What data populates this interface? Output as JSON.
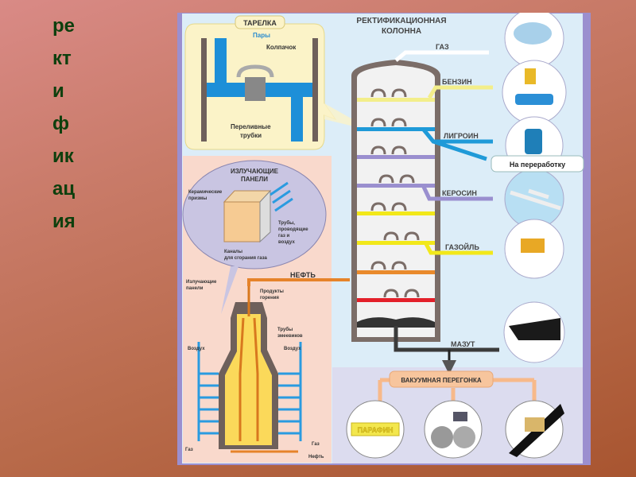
{
  "slide": {
    "title_lines": [
      "ре",
      "кт",
      "и",
      "ф",
      "ик",
      "ац",
      "ия"
    ]
  },
  "diagram": {
    "column_title_line1": "РЕКТИФИКАЦИОННАЯ",
    "column_title_line2": "КОЛОННА",
    "tray_inset": {
      "title": "ТАРЕЛКА",
      "vapors": "Пары",
      "cap": "Колпачок",
      "overflow_line1": "Переливные",
      "overflow_line2": "трубки"
    },
    "panel_inset": {
      "title_line1": "ИЗЛУЧАЮЩИЕ",
      "title_line2": "ПАНЕЛИ",
      "ceramic_line1": "Керамические",
      "ceramic_line2": "призмы",
      "pipes_line1": "Трубы,",
      "pipes_line2": "проводящие",
      "pipes_line3": "газ и",
      "pipes_line4": "воздух",
      "channels_line1": "Каналы",
      "channels_line2": "для сгорания газа"
    },
    "furnace": {
      "radiant_line1": "Излучающие",
      "radiant_line2": "панели",
      "combustion_line1": "Продукты",
      "combustion_line2": "горения",
      "coils_line1": "Трубы",
      "coils_line2": "змеевиков",
      "air_left": "Воздух",
      "air_right": "Воздух",
      "gas_left": "Газ",
      "gas_right": "Газ",
      "oil_in": "Нефть",
      "oil_out": "НЕФТЬ"
    },
    "products": {
      "gas": "ГАЗ",
      "gasoline": "БЕНЗИН",
      "ligroin": "ЛИГРОИН",
      "reprocessing": "На переработку",
      "kerosene": "КЕРОСИН",
      "gasoil": "ГАЗОЙЛЬ",
      "fuel_oil": "МАЗУТ"
    },
    "vacuum": {
      "title": "ВАКУУМНАЯ ПЕРЕГОНКА",
      "paraffin": "ПАРАФИН"
    },
    "colors": {
      "gasoline": "#f3ee8a",
      "ligroin": "#1f9ad8",
      "kerosene": "#9a8fcf",
      "gasoil": "#f2e81a",
      "heavy": "#e98a2c",
      "residue": "#e3202a",
      "fuel_oil": "#3b3b3b",
      "wall": "#7b6d68"
    }
  }
}
